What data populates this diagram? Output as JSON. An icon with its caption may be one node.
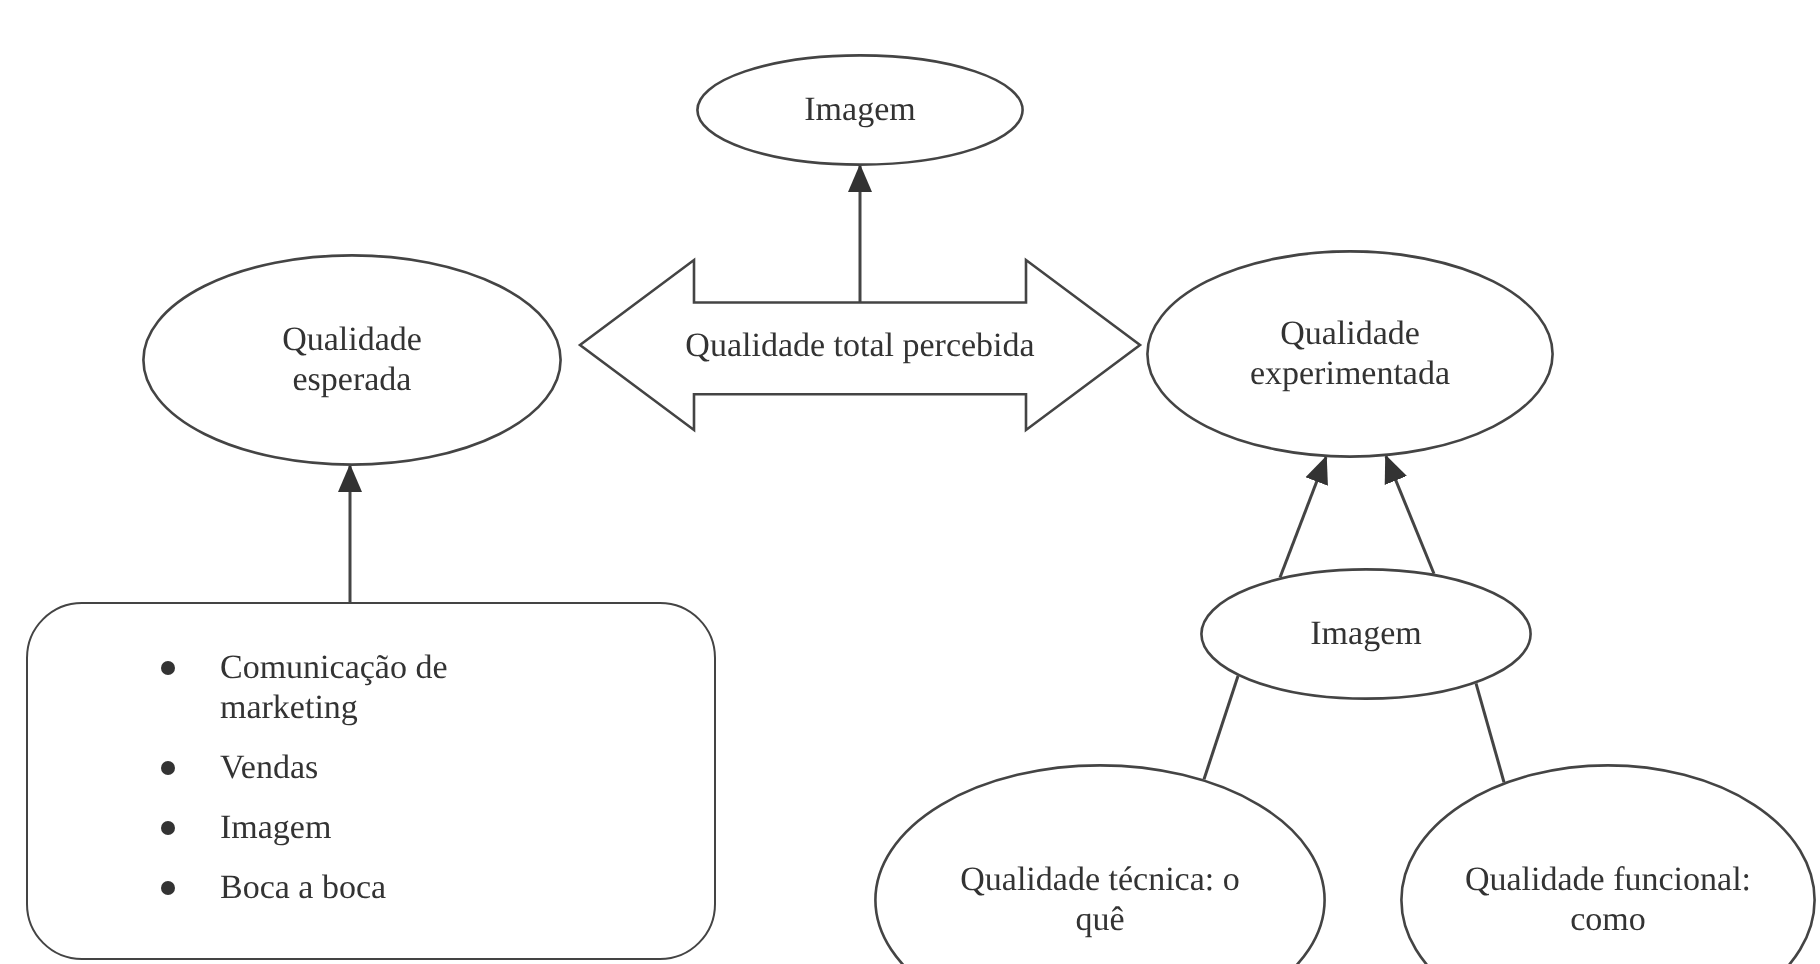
{
  "diagram": {
    "nodes": [
      {
        "text": [
          "Imagem"
        ]
      },
      {
        "text": [
          "Qualidade esperada"
        ]
      },
      {
        "text": [
          "Qualidade total percebida"
        ]
      },
      {
        "text": [
          "Qualidade experimentada"
        ]
      },
      {
        "text": [
          "Comunicação de marketing",
          "Vendas",
          "Imagem",
          "Boca a boca"
        ]
      },
      {
        "text": [
          "Imagem"
        ]
      },
      {
        "text": [
          "Qualidade técnica: o quê"
        ]
      },
      {
        "text": [
          "Qualidade funcional: como"
        ]
      }
    ],
    "edges": [
      {
        "from": 2,
        "to": 0,
        "arrow": "to"
      },
      {
        "from": 4,
        "to": 1,
        "arrow": "to"
      },
      {
        "from": 5,
        "to": 3,
        "arrow": "to"
      },
      {
        "from": 5,
        "to": 3,
        "arrow": "to"
      },
      {
        "from": 6,
        "to": 5,
        "arrow": "none"
      },
      {
        "from": 7,
        "to": 5,
        "arrow": "none"
      }
    ]
  }
}
